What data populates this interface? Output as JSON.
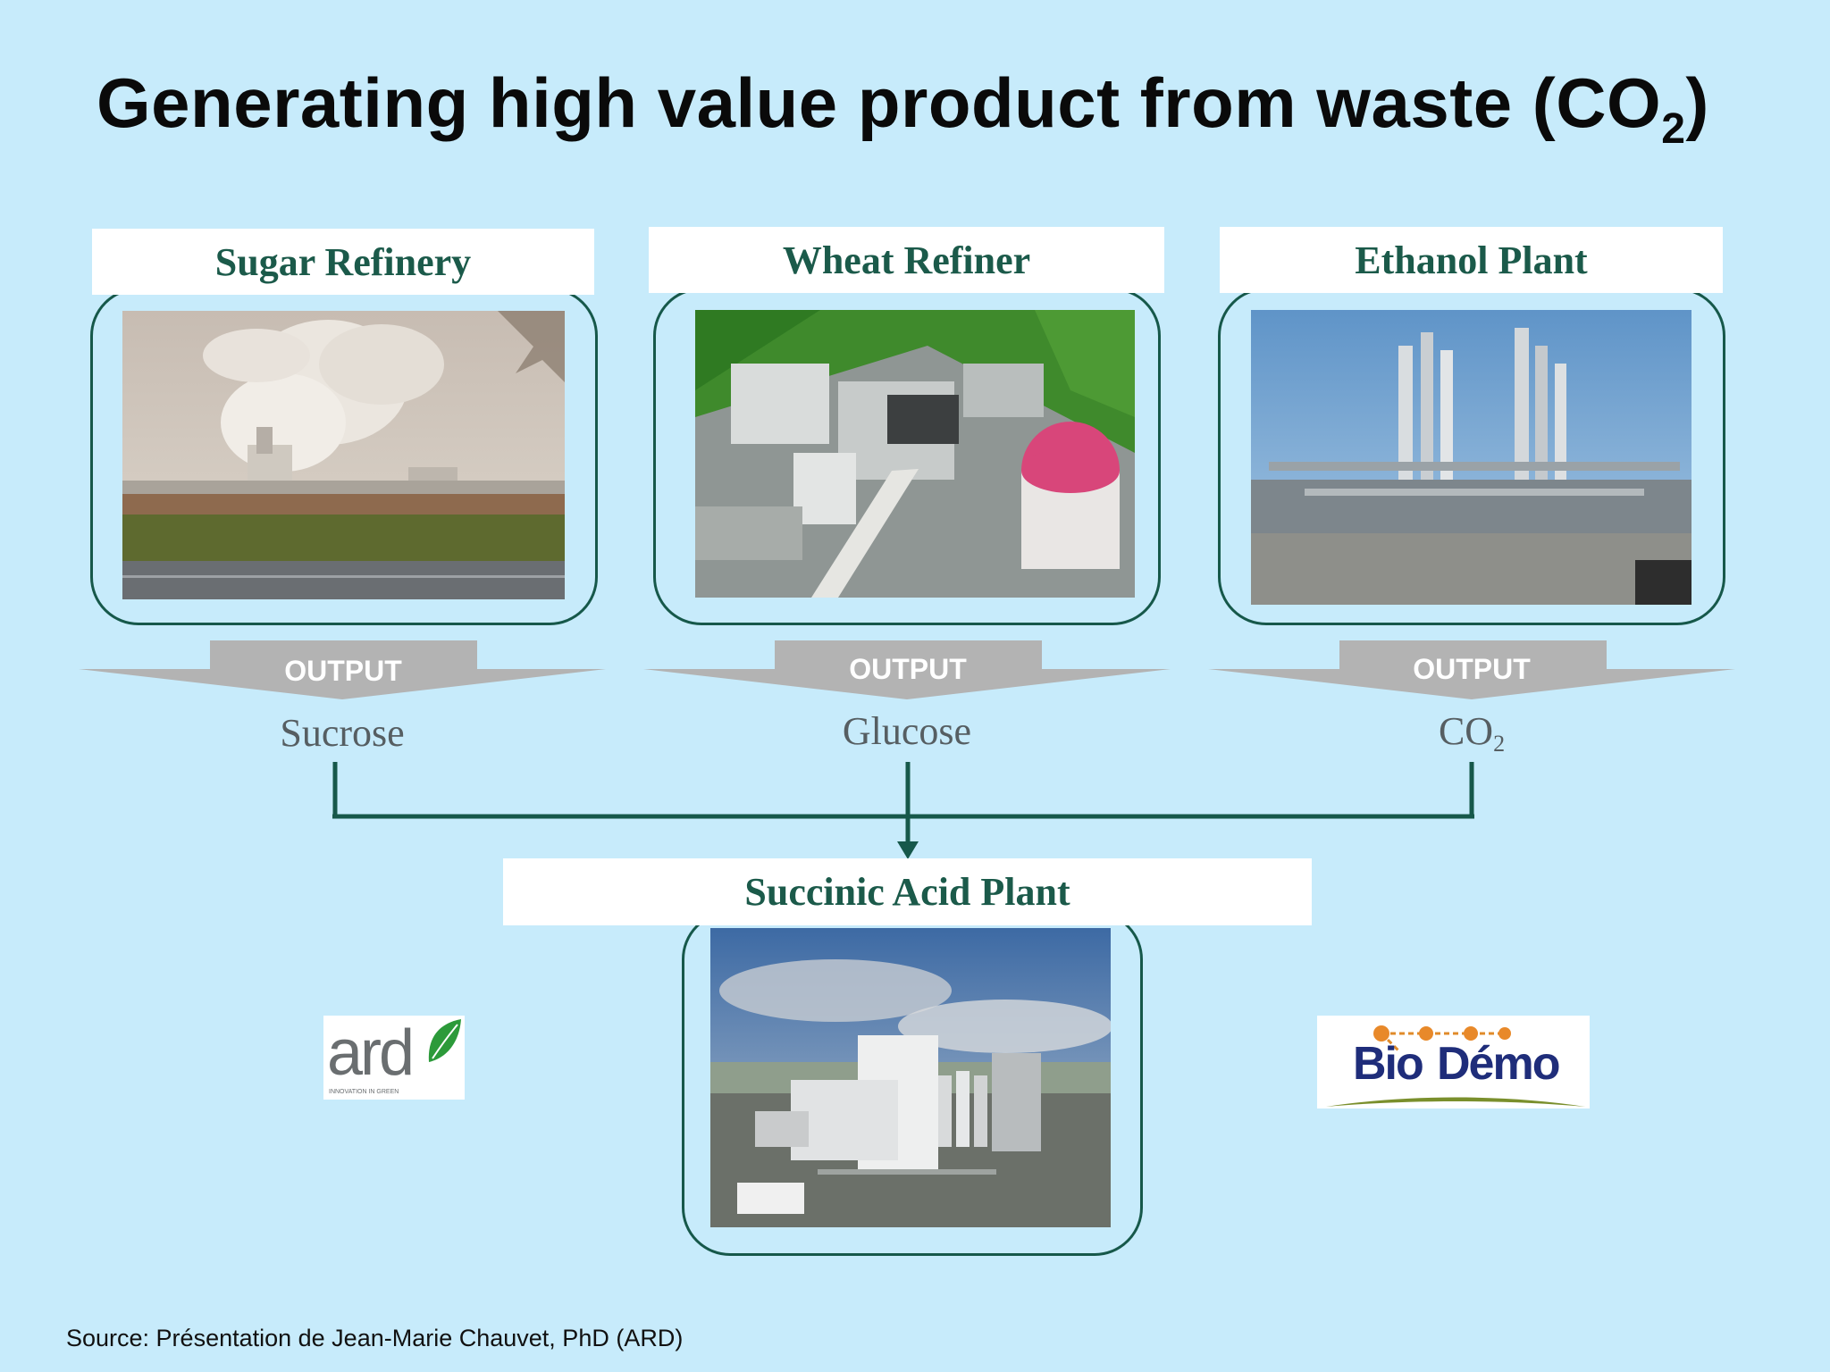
{
  "slide": {
    "title_main": "Generating high value product from waste (CO",
    "title_sub": "2",
    "title_close": ")",
    "source": "Source: Présentation de Jean-Marie Chauvet, PhD (ARD)"
  },
  "plants": [
    {
      "name": "Sugar Refinery",
      "output_label": "OUTPUT",
      "product": "Sucrose",
      "product_sub": ""
    },
    {
      "name": "Wheat Refiner",
      "output_label": "OUTPUT",
      "product": "Glucose",
      "product_sub": ""
    },
    {
      "name": "Ethanol Plant",
      "output_label": "OUTPUT",
      "product": "CO",
      "product_sub": "2"
    }
  ],
  "target": {
    "name": "Succinic Acid Plant"
  },
  "logos": {
    "ard": {
      "text": "ard",
      "tagline": "INNOVATION IN GREEN"
    },
    "biodemo": {
      "text_left": "Bio",
      "text_right": "Démo"
    }
  },
  "colors": {
    "background": "#c7ebfb",
    "frame": "#16584a",
    "label_text": "#1b5a4a",
    "arrow": "#b3b3b3",
    "connector": "#16584a"
  }
}
